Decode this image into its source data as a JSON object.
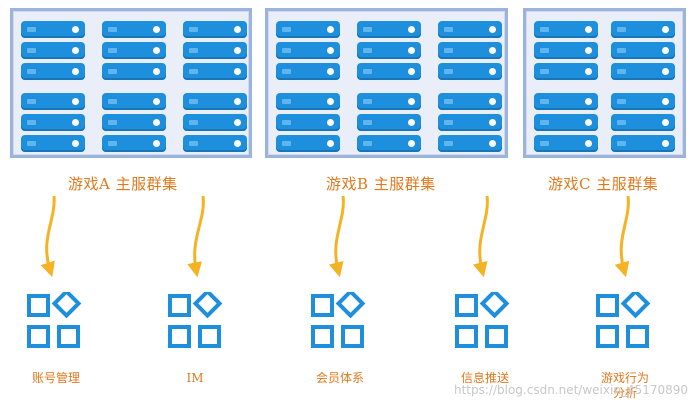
{
  "clusters": [
    {
      "label": "游戏A 主服群集"
    },
    {
      "label": "游戏B 主服群集"
    },
    {
      "label": "游戏C 主服群集"
    }
  ],
  "services": [
    {
      "label": "账号管理"
    },
    {
      "label": "IM"
    },
    {
      "label": "会员体系"
    },
    {
      "label": "信息推送"
    },
    {
      "label": "游戏行为\n分析"
    }
  ],
  "colors": {
    "server": "#1e8fdc",
    "panel_border": "#9cb4dc",
    "arrow": "#f5b324",
    "label": "#e0791e",
    "service_icon": "#1e8fdc"
  },
  "icons": {
    "server": "server-rack-icon",
    "service": "app-grid-diamond-icon",
    "flow": "curved-arrow-down-icon"
  },
  "watermark": "https://blog.csdn.net/weixin_45170890"
}
